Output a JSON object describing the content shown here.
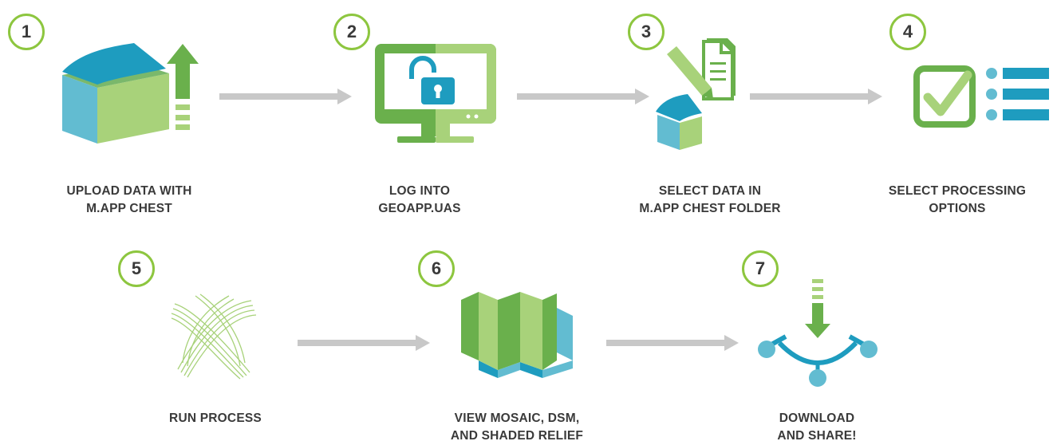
{
  "steps": [
    {
      "number": "1",
      "icon": "box-upload-icon",
      "label_lines": [
        "UPLOAD DATA WITH",
        "M.APP CHEST"
      ]
    },
    {
      "number": "2",
      "icon": "monitor-unlock-icon",
      "label_lines": [
        "LOG INTO",
        "GEOAPP.UAS"
      ]
    },
    {
      "number": "3",
      "icon": "select-document-folder-icon",
      "label_lines": [
        "SELECT DATA IN",
        "M.APP CHEST FOLDER"
      ]
    },
    {
      "number": "4",
      "icon": "checklist-icon",
      "label_lines": [
        "SELECT PROCESSING",
        "OPTIONS"
      ]
    },
    {
      "number": "5",
      "icon": "process-knot-icon",
      "label_lines": [
        "RUN PROCESS"
      ]
    },
    {
      "number": "6",
      "icon": "folded-map-icon",
      "label_lines": [
        "VIEW MOSAIC, DSM,",
        "AND SHADED RELIEF"
      ]
    },
    {
      "number": "7",
      "icon": "download-share-icon",
      "label_lines": [
        "DOWNLOAD",
        "AND SHARE!"
      ]
    }
  ],
  "colors": {
    "accent_green": "#8dc63f",
    "dark_green": "#6ab04c",
    "light_green": "#a8d27a",
    "teal": "#1e9cbf",
    "light_teal": "#62bcd1",
    "arrow_gray": "#c8c8c8",
    "text": "#3a3a3a"
  }
}
